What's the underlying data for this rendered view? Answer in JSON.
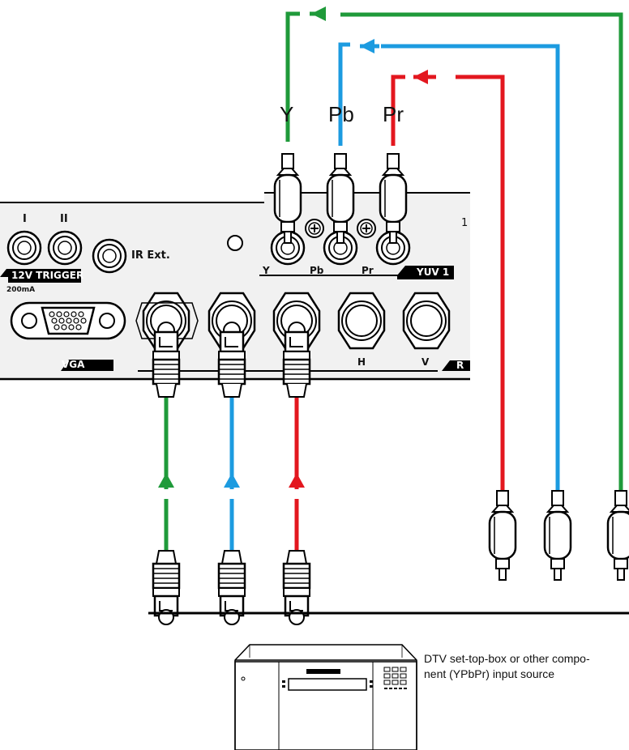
{
  "labels": {
    "cable_y": "Y",
    "cable_pb": "Pb",
    "cable_pr": "Pr",
    "trig_1": "I",
    "trig_2": "II",
    "trigger": "12V TRIGGER",
    "current": "200mA",
    "ir": "IR Ext.",
    "jack_y": "Y",
    "jack_pb": "Pb",
    "jack_pr": "Pr",
    "yuv": "YUV 1",
    "vga": "VGA",
    "h": "H",
    "v": "V",
    "r_cut": "R",
    "one_cut": "1"
  },
  "source_caption": "DTV set-top-box or other compo-\nnent (YPbPr) input source",
  "colors": {
    "green": "#1f9a3a",
    "blue": "#1c9be0",
    "red": "#e3171f",
    "panel_fill": "#f1f1f1"
  },
  "icons": [
    "rca-plug",
    "bnc-plug",
    "bnc-jack",
    "rca-jack",
    "vga-port",
    "arrow-icon",
    "dtv-box"
  ]
}
